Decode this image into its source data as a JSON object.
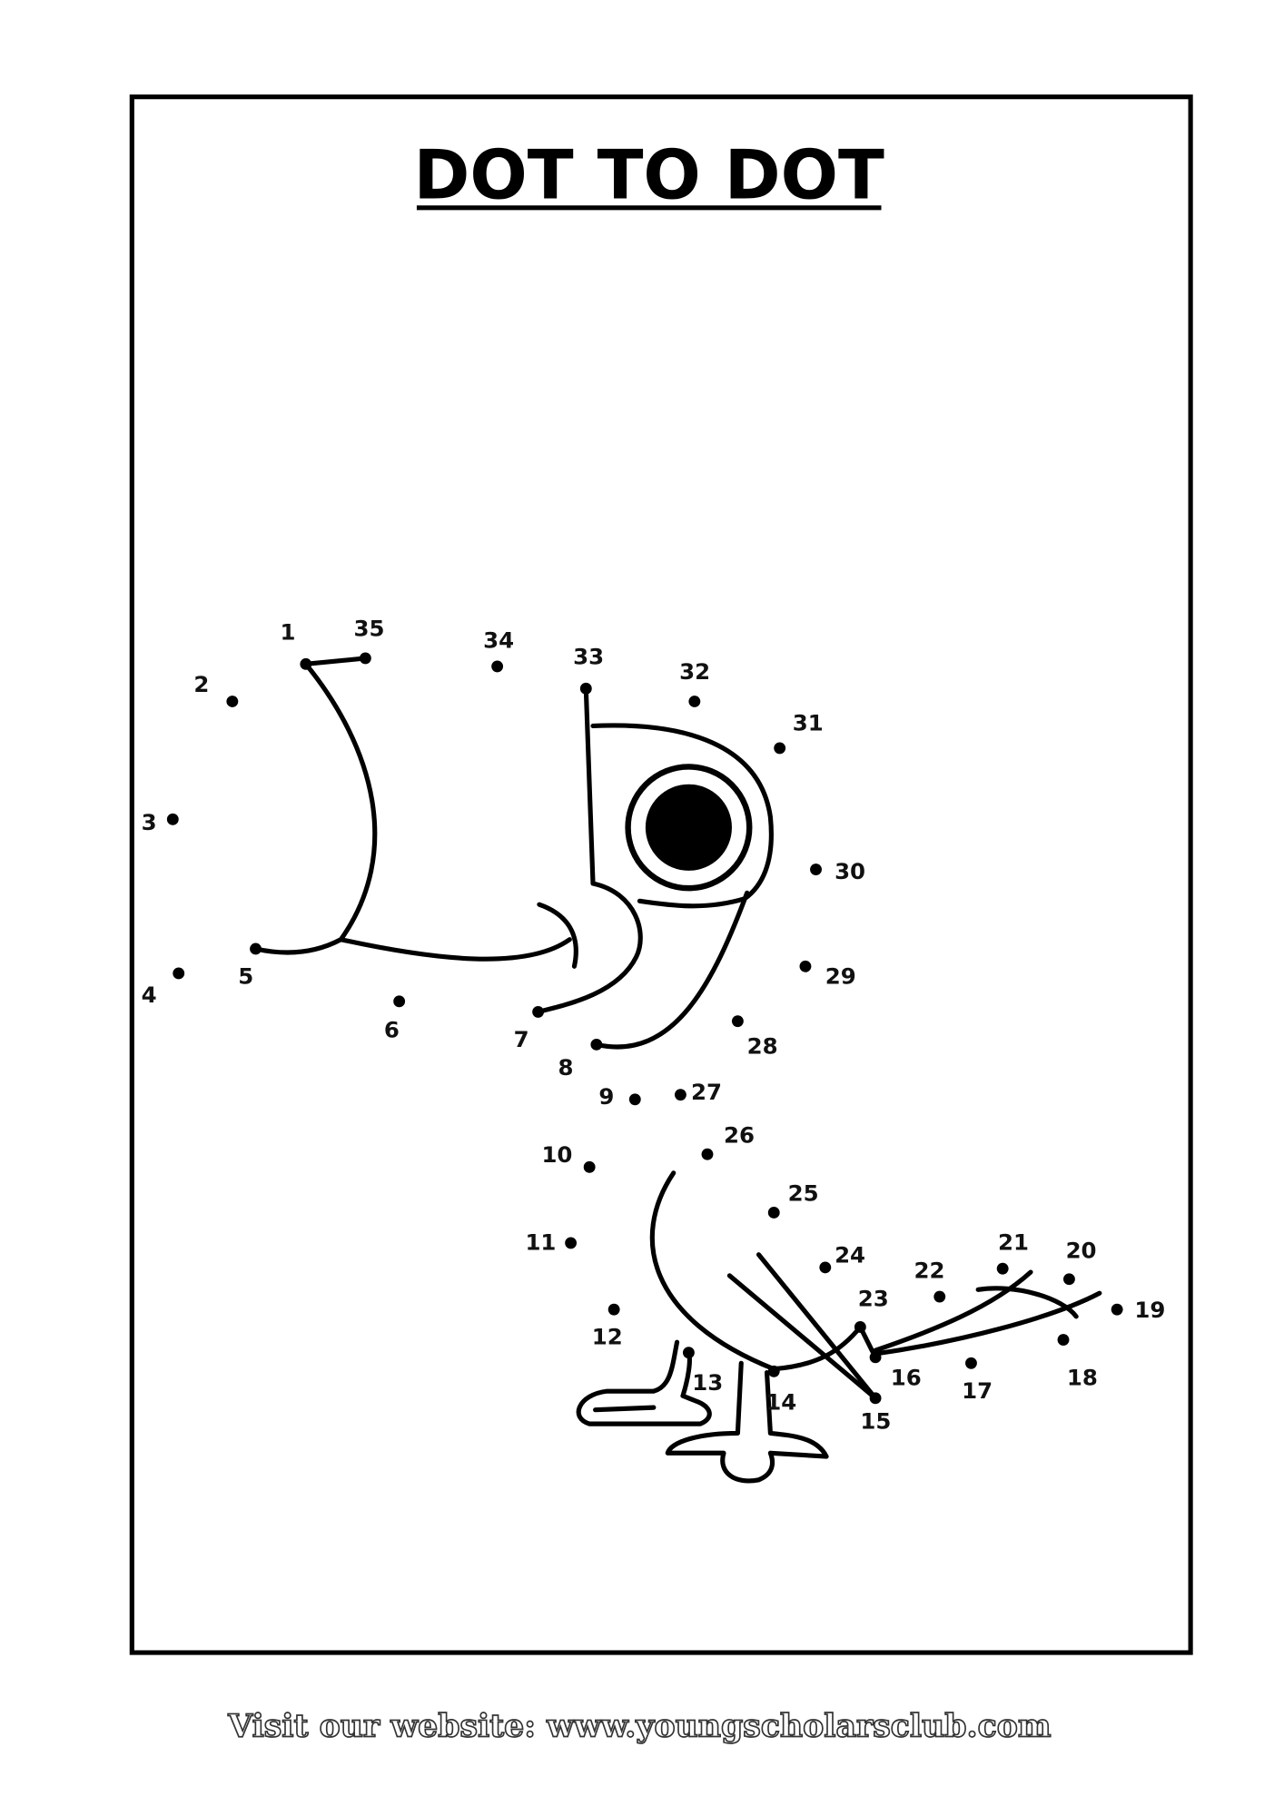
{
  "title": "DOT TO DOT",
  "footer": "Visit our website: www.youngscholarsclub.com",
  "dots": [
    {
      "n": "1"
    },
    {
      "n": "2"
    },
    {
      "n": "3"
    },
    {
      "n": "4"
    },
    {
      "n": "5"
    },
    {
      "n": "6"
    },
    {
      "n": "7"
    },
    {
      "n": "8"
    },
    {
      "n": "9"
    },
    {
      "n": "10"
    },
    {
      "n": "11"
    },
    {
      "n": "12"
    },
    {
      "n": "13"
    },
    {
      "n": "14"
    },
    {
      "n": "15"
    },
    {
      "n": "16"
    },
    {
      "n": "17"
    },
    {
      "n": "18"
    },
    {
      "n": "19"
    },
    {
      "n": "20"
    },
    {
      "n": "21"
    },
    {
      "n": "22"
    },
    {
      "n": "23"
    },
    {
      "n": "24"
    },
    {
      "n": "25"
    },
    {
      "n": "26"
    },
    {
      "n": "27"
    },
    {
      "n": "28"
    },
    {
      "n": "29"
    },
    {
      "n": "30"
    },
    {
      "n": "31"
    },
    {
      "n": "32"
    },
    {
      "n": "33"
    },
    {
      "n": "34"
    },
    {
      "n": "35"
    }
  ]
}
